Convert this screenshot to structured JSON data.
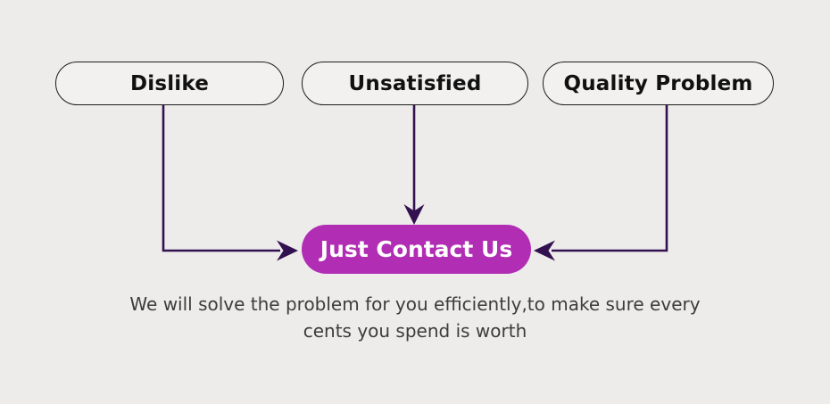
{
  "colors": {
    "background": "#edeceb",
    "pill_fill": "#f2f1f0",
    "pill_border": "#1c1c1c",
    "pill_text": "#111111",
    "arrow": "#331150",
    "button_bg": "#b12db4",
    "button_text": "#ffffff",
    "caption_text": "#3c3c3c"
  },
  "diagram": {
    "sources": [
      {
        "label": "Dislike"
      },
      {
        "label": "Unsatisfied"
      },
      {
        "label": "Quality Problem"
      }
    ],
    "cta": {
      "label": "Just Contact Us"
    },
    "caption_line1": "We will solve the problem for you efficiently,to make sure every",
    "caption_line2": "cents you spend is worth"
  }
}
